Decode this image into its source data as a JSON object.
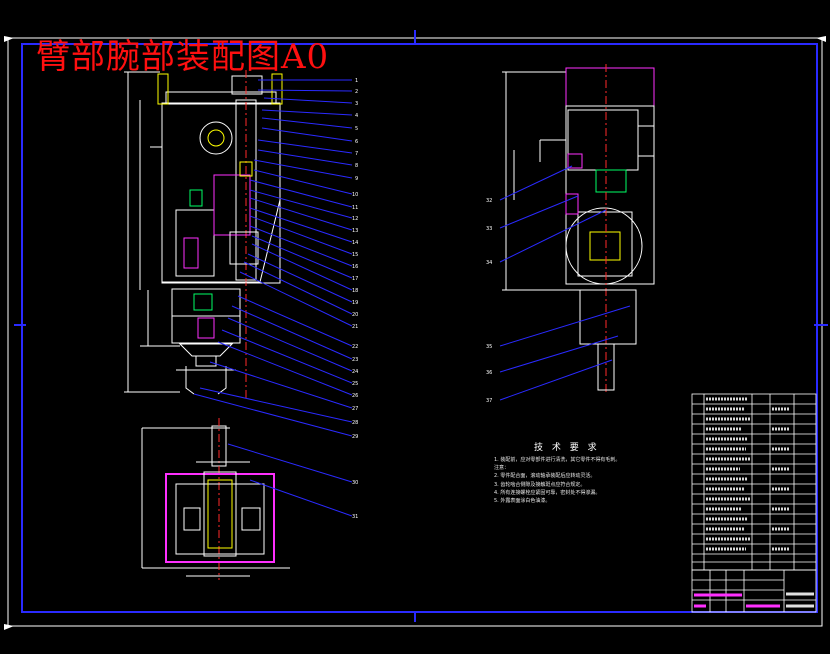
{
  "drawing_title": "臂部腕部装配图A0",
  "technical_requirements": {
    "heading": "技 术 要 求",
    "notes": [
      "1. 装配前，应对零部件进行清洗，其它零件不得有毛刺。",
      "注意：",
      "2. 零件配合面，滚动轴承装配后应转动灵活。",
      "3. 齿轮啮合侧隙及接触斑点应符合规定。",
      "4. 所有连接螺栓应紧固可靠，密封处不得渗漏。",
      "5. 外露表面涂白色油漆。"
    ]
  },
  "colors": {
    "background": "#000000",
    "frame": "#2a2aff",
    "outline": "#ffffff",
    "centerline": "#ff2a2a",
    "leader": "#2a2aff",
    "hatch": "#ff30ff",
    "highlight": "#ffff00",
    "detail": "#00ff66"
  }
}
